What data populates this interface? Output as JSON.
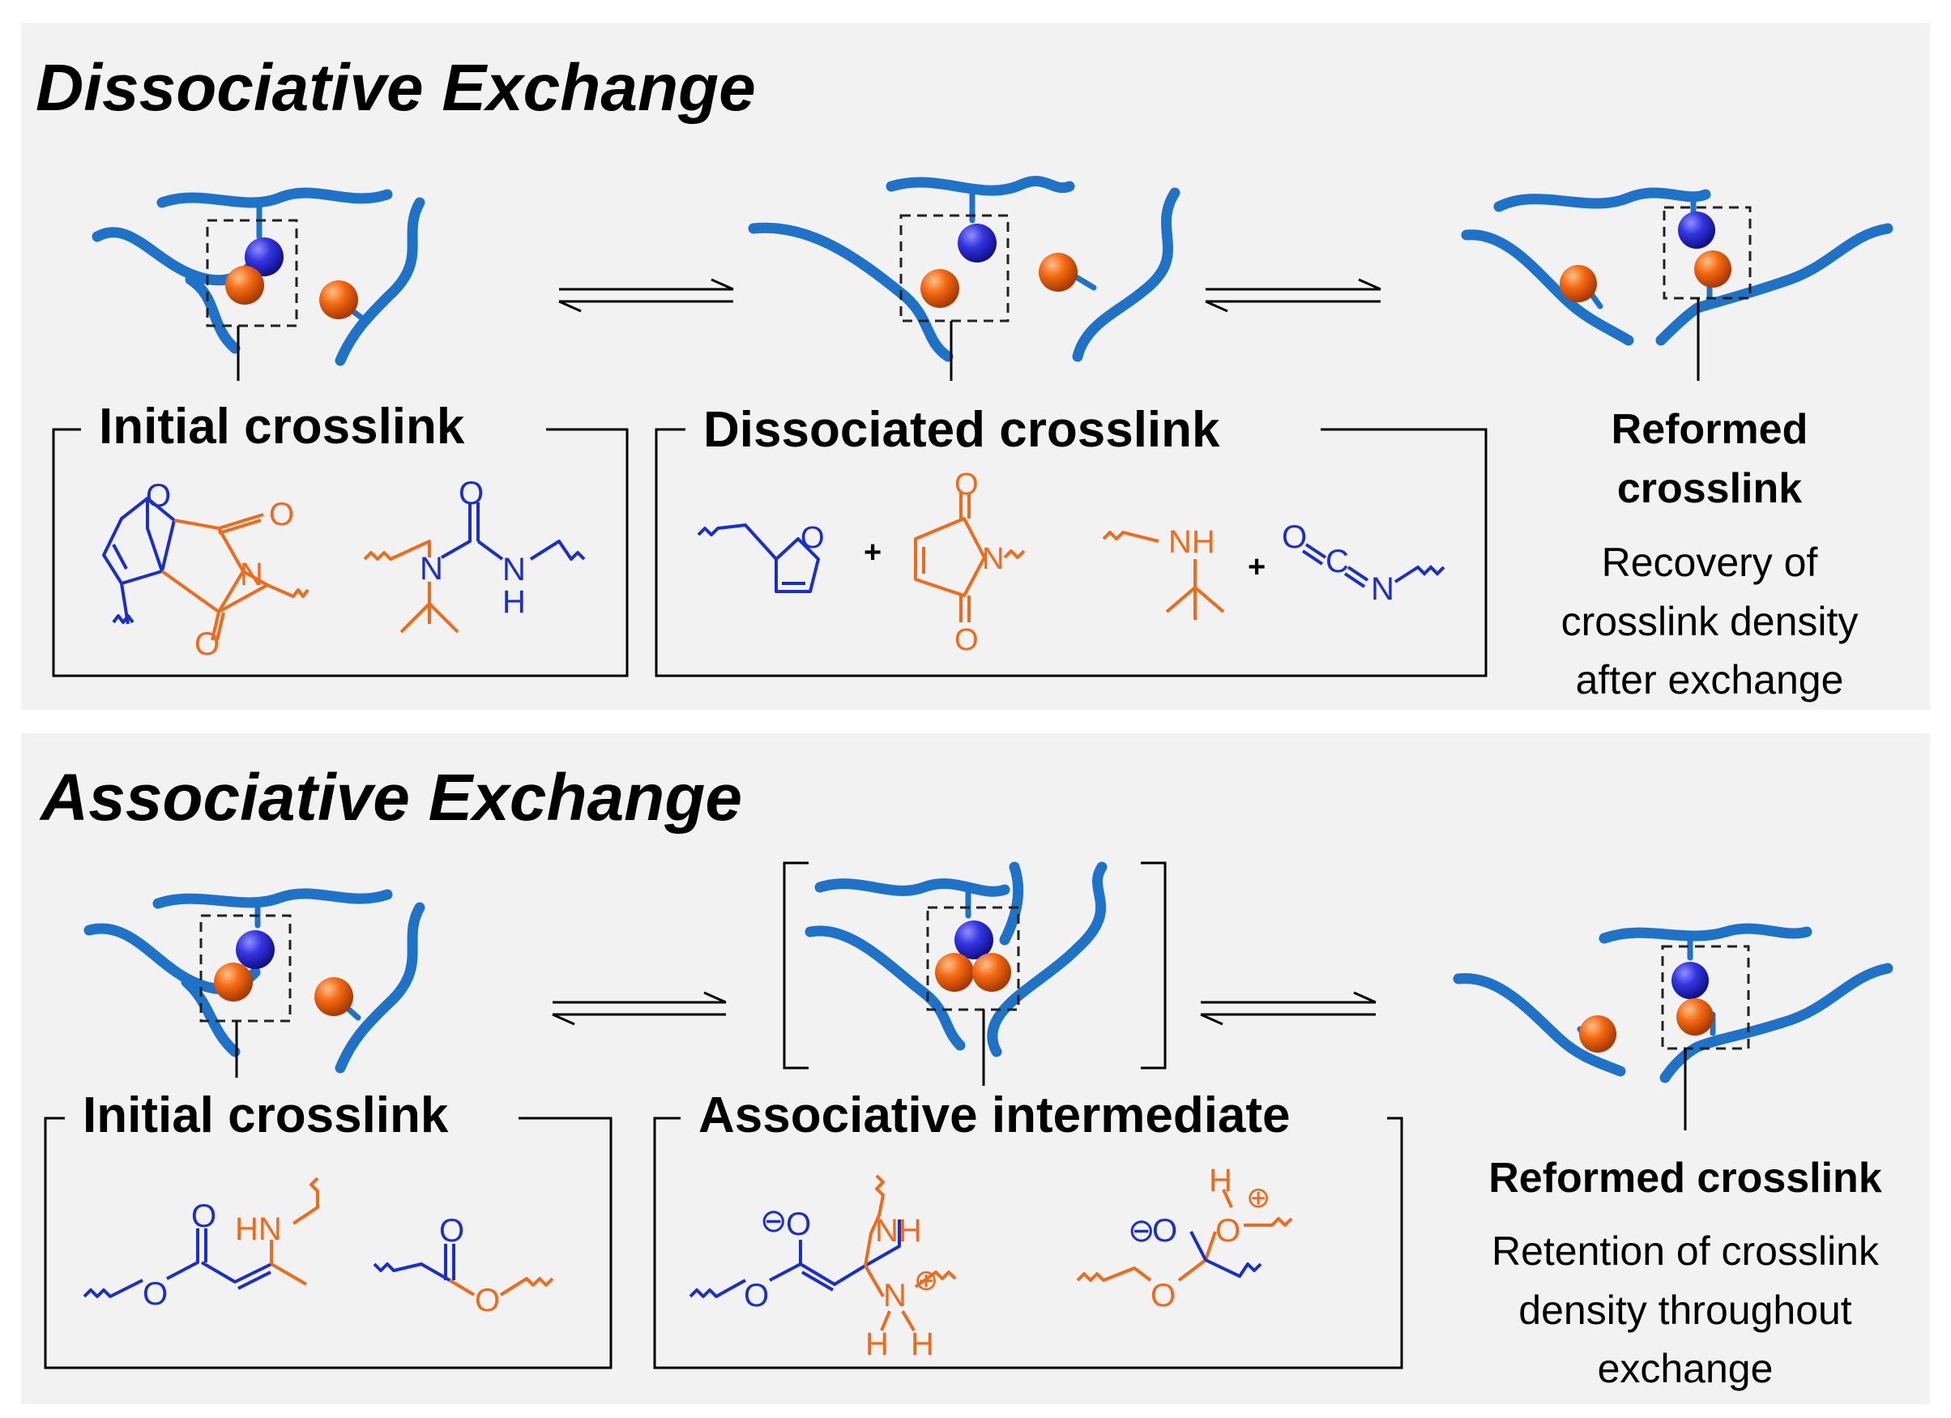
{
  "dissociative": {
    "title": "Dissociative Exchange",
    "initial_label": "Initial crosslink",
    "dissociated_label": "Dissociated crosslink",
    "reformed_label_line1": "Reformed",
    "reformed_label_line2": "crosslink",
    "reformed_desc_line1": "Recovery of",
    "reformed_desc_line2": "crosslink density",
    "reformed_desc_line3": "after exchange",
    "chem": {
      "o": "O",
      "n": "N",
      "h": "H",
      "nh": "NH",
      "plus": "+",
      "c": "C"
    }
  },
  "associative": {
    "title": "Associative Exchange",
    "initial_label": "Initial crosslink",
    "intermediate_label": "Associative intermediate",
    "reformed_label": "Reformed crosslink",
    "reformed_desc_line1": "Retention of crosslink",
    "reformed_desc_line2": "density throughout",
    "reformed_desc_line3": "exchange",
    "chem": {
      "o": "O",
      "hn": "HN",
      "nh": "NH",
      "n": "N",
      "h": "H",
      "minus": "⊖",
      "plus_charge": "⊕"
    }
  },
  "colors": {
    "polymer_chain": "#1e72c8",
    "blue_bead": "#2b2bd6",
    "orange_bead": "#f06a1a",
    "chem_blue": "#1a2ed0",
    "chem_orange": "#f06a1a",
    "panel_bg": "#f2f2f2"
  }
}
